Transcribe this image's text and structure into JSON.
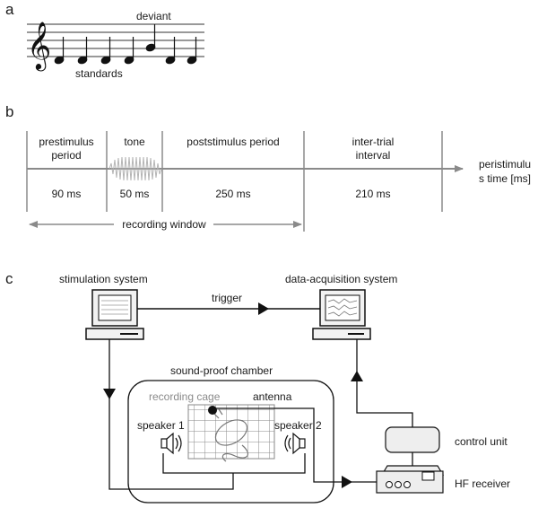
{
  "panels": {
    "a": "a",
    "b": "b",
    "c": "c"
  },
  "panel_a": {
    "deviant": "deviant",
    "standards": "standards"
  },
  "panel_b": {
    "segments": [
      {
        "name": "prestimulus period",
        "label_line1": "prestimulus",
        "label_line2": "period",
        "duration": "90 ms"
      },
      {
        "name": "tone",
        "label_line1": "tone",
        "label_line2": "",
        "duration": "50 ms"
      },
      {
        "name": "poststimulus period",
        "label_line1": "poststimulus period",
        "label_line2": "",
        "duration": "250 ms"
      },
      {
        "name": "inter-trial interval",
        "label_line1": "inter-trial",
        "label_line2": "interval",
        "duration": "210 ms"
      }
    ],
    "axis_label_line1": "peristimulu",
    "axis_label_line2": "s time [ms]",
    "recording_window": "recording window"
  },
  "panel_c": {
    "stimulation_system": "stimulation system",
    "data_acquisition_system": "data-acquisition system",
    "trigger": "trigger",
    "sound_proof_chamber": "sound-proof chamber",
    "recording_cage": "recording cage",
    "antenna": "antenna",
    "speaker_1": "speaker 1",
    "speaker_2": "speaker 2",
    "control_unit": "control unit",
    "hf_receiver": "HF receiver"
  }
}
